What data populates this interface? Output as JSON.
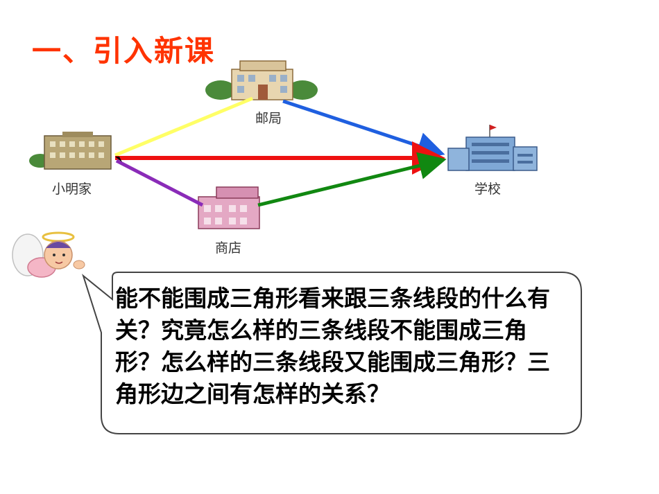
{
  "title": "一、引入新课",
  "places": {
    "home": "小明家",
    "post_office": "邮局",
    "school": "学校",
    "shop": "商店"
  },
  "question": "能不能围成三角形看来跟三条线段的什么有关？究竟怎么样的三条线段不能围成三角形？怎么样的三条线段又能围成三角形？三角形边之间有怎样的关系？",
  "colors": {
    "title": "#ff3300",
    "home_to_post": "#ffff66",
    "post_to_school": "#1f5fe0",
    "home_to_school": "#ee1111",
    "home_to_shop": "#8a2bb8",
    "shop_to_school": "#118811"
  }
}
